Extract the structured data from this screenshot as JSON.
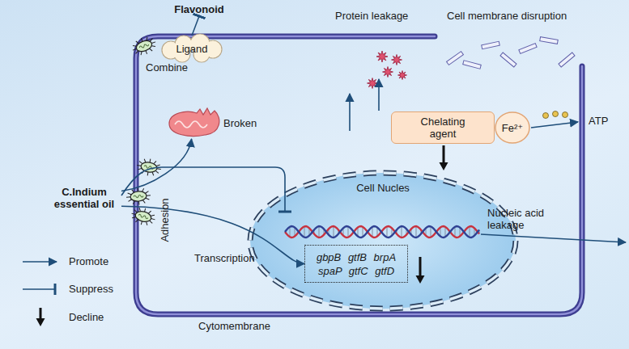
{
  "diagram": {
    "nodes": [
      {
        "text": [
          "Flavonoid"
        ]
      },
      {
        "text": [
          "Cytomembrane"
        ]
      },
      {
        "text": [
          "Ligand"
        ],
        "in": 1
      },
      {
        "text": [
          "Broken"
        ],
        "in": 1
      },
      {
        "text": [
          "Chelating agent"
        ],
        "in": 1
      },
      {
        "text": [
          "Fe²⁺"
        ],
        "in": 1
      },
      {
        "text": [
          "Cell Nucles"
        ],
        "in": 1
      },
      {
        "text": [
          "gbpB gtfB brpA spaP gtfC gtfD"
        ],
        "in": 6
      },
      {
        "text": [
          "C.Indium essential oil"
        ]
      }
    ],
    "edges": [
      {
        "from": 2,
        "to": 0,
        "arrow": "to"
      },
      {
        "from": 8,
        "to": 3,
        "arrow": "to"
      },
      {
        "from": 8,
        "to": 7,
        "label": "Transcription",
        "arrow": "to"
      }
    ],
    "labels": [
      "Combine",
      "Protein leakage",
      "Cell membrane disruption",
      "ATP",
      "Adhesion",
      "Nucleic acid leakage"
    ],
    "legend": [
      {
        "text": "Promote"
      },
      {
        "text": "Suppress"
      },
      {
        "text": "Decline"
      }
    ]
  }
}
